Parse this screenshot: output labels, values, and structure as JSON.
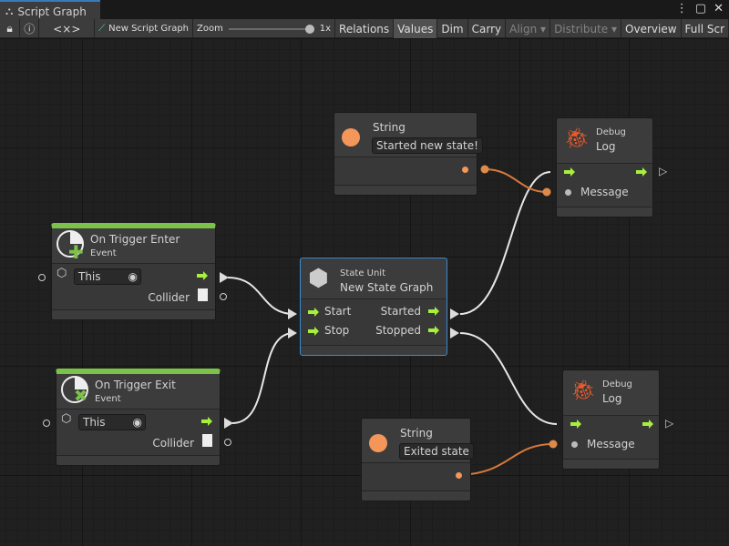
{
  "window": {
    "tab_title": "Script Graph",
    "icons": [
      "hierarchy-icon",
      "more-icon",
      "maximize-icon",
      "close-icon"
    ]
  },
  "toolbar": {
    "graph_name": "New Script Graph",
    "zoom_label": "Zoom",
    "zoom_value": "1x",
    "zoom_level": 1.0,
    "buttons": [
      {
        "label": "Relations",
        "active": false,
        "disabled": false
      },
      {
        "label": "Values",
        "active": true,
        "disabled": false
      },
      {
        "label": "Dim",
        "active": false,
        "disabled": false
      },
      {
        "label": "Carry",
        "active": false,
        "disabled": false
      },
      {
        "label": "Align ▾",
        "active": false,
        "disabled": true
      },
      {
        "label": "Distribute ▾",
        "active": false,
        "disabled": true
      },
      {
        "label": "Overview",
        "active": false,
        "disabled": false
      },
      {
        "label": "Full Scr",
        "active": false,
        "disabled": false
      }
    ],
    "code_symbol": "<×>"
  },
  "nodes": {
    "string1": {
      "title": "String",
      "value": "Started new state!"
    },
    "debug1": {
      "subtitle": "Debug",
      "title": "Log",
      "port": "Message"
    },
    "enter": {
      "title": "On Trigger Enter",
      "subtitle": "Event",
      "target": "This",
      "output": "Collider"
    },
    "state": {
      "subtitle": "State Unit",
      "title": "New  State  Graph",
      "in1": "Start",
      "in2": "Stop",
      "out1": "Started",
      "out2": "Stopped"
    },
    "exit": {
      "title": "On Trigger Exit",
      "subtitle": "Event",
      "target": "This",
      "output": "Collider"
    },
    "debug2": {
      "subtitle": "Debug",
      "title": "Log",
      "port": "Message"
    },
    "string2": {
      "title": "String",
      "value": "Exited state"
    }
  },
  "colors": {
    "flow": "#a6f03c",
    "string": "#f0904e",
    "event_bar": "#7cc24a",
    "selection": "#3a8ad0",
    "debug_icon": "#f05a28"
  }
}
